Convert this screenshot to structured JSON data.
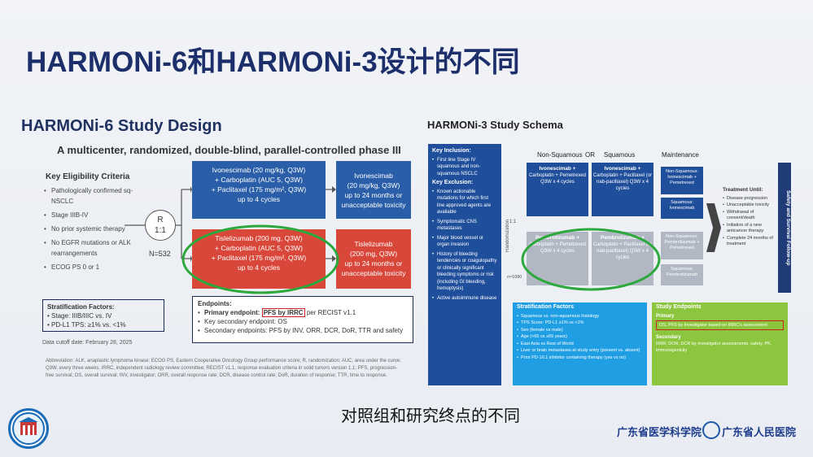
{
  "slide_title": "HARMONi-6和HARMONi-3设计的不同",
  "harmoni6": {
    "title": "HARMONi-6 Study Design",
    "subtitle": "A multicenter, randomized, double-blind, parallel-controlled phase III",
    "eligibility": {
      "heading": "Key Eligibility Criteria",
      "items": [
        "Pathologically confirmed sq-NSCLC",
        "Stage IIIB-IV",
        "No prior systemic therapy",
        "No EGFR mutations or ALK rearrangements",
        "ECOG PS 0 or 1"
      ]
    },
    "stratification": {
      "heading": "Stratification Factors:",
      "items": [
        "Stage: IIIB/IIIC vs. IV",
        "PD-L1 TPS: ≥1% vs. <1%"
      ]
    },
    "data_cutoff": "Data cutoff date: February 28, 2025",
    "randomization": {
      "line1": "R",
      "line2": "1:1"
    },
    "n_label": "N=532",
    "arm_ivo": {
      "lines": [
        "Ivonescimab (20 mg/kg, Q3W)",
        "+ Carboplatin (AUC 5, Q3W)",
        "+ Paclitaxel (175 mg/m², Q3W)",
        "up to 4 cycles"
      ],
      "cont_lines": [
        "Ivonescimab",
        "(20 mg/kg, Q3W)",
        "up to 24 months or",
        "unacceptable toxicity"
      ]
    },
    "arm_tis": {
      "lines": [
        "Tislelizumab (200 mg, Q3W)",
        "+ Carboplatin (AUC 5, Q3W)",
        "+ Paclitaxel (175 mg/m², Q3W)",
        "up to 4 cycles"
      ],
      "cont_lines": [
        "Tislelizumab",
        "(200 mg, Q3W)",
        "up to 24 months or",
        "unacceptable toxicity"
      ]
    },
    "endpoints": {
      "heading": "Endpoints:",
      "primary_label": "Primary endpoint:",
      "primary_highlight": "PFS by IRRC",
      "primary_rest": "per RECIST v1.1",
      "key_secondary": "Key secondary endpoint: OS",
      "secondary": "Secondary endpoints: PFS by INV, ORR, DCR, DoR, TTR and safety"
    },
    "abbreviations": "Abbreviation: ALK, anaplastic lymphoma kinase; ECOG PS, Eastern Cooperative Oncology Group performance score; R, randomization; AUC, area under the curve; Q3W, every three weeks; IRRC, independent radiology review committee; RECIST v1.1, response evaluation criteria in solid tumors version 1.1; PFS, progression-free survival; OS, overall survival; INV, investigator; ORR, overall response rate; DCR, disease control rate; DoR, duration of response; TTR, time to response."
  },
  "harmoni3": {
    "title": "HARMONi-3 Study Schema",
    "inclusion_heading": "Key Inclusion:",
    "inclusion_items": [
      "First line Stage IV squamous and non-squamous NSCLC"
    ],
    "exclusion_heading": "Key Exclusion:",
    "exclusion_items": [
      "Known actionable mutations for which first line approved agents are available",
      "Symptomatic CNS metastases",
      "Major blood vessel or organ invasion",
      "History of bleeding tendencies or coagulopathy or clinically significant bleeding symptoms or risk (including GI bleeding, hemoptysis)",
      "Active autoimmune disease"
    ],
    "randomization_label": "Randomization",
    "ratio": "1:1",
    "n_label": "n≈1080",
    "col_nonsq": "Non-Squamous",
    "col_or": "OR",
    "col_sq": "Squamous",
    "col_maint": "Maintenance",
    "ivo_nsq": {
      "title": "Ivonescimab +",
      "body": "Carboplatin + Pemetrexed Q3W x 4 cycles"
    },
    "ivo_sq": {
      "title": "Ivonescimab +",
      "body": "Carboplatin + Paclitaxel (or nab-paclitaxel) Q3W x 4 cycles"
    },
    "pem_nsq": {
      "title": "Pembrolizumab +",
      "body": "Carboplatin + Pemetrexed Q3W x 4 cycles"
    },
    "pem_sq": {
      "title": "Pembrolizumab +",
      "body": "Carboplatin + Paclitaxel (or nab-paclitaxel) Q3W x 4 cycles"
    },
    "maint": [
      "Non-Squamous: Ivonescimab + Pemetrexed",
      "Squamous: Ivonescimab",
      "Non-Squamous: Pembrolizumab + Pemetrexed",
      "Squamous: Pembrolizumab"
    ],
    "treatment_until_heading": "Treatment Until:",
    "treatment_until_items": [
      "Disease progression",
      "Unacceptable toxicity",
      "Withdrawal of consent/death",
      "Initiation of a new anticancer therapy",
      "Complete 24 months of treatment"
    ],
    "survival_label": "Safety and Survival Follow-up",
    "strat_heading": "Stratification Factors",
    "strat_items": [
      "Squamous vs. non-squamous histology",
      "TPS Score: PD-L1 ≥1% vs <1%",
      "Sex (female vs male)",
      "Age (<65 vs ≥65 years)",
      "East Asia vs Rest of World",
      "Liver or brain metastases at study entry (present vs. absent)",
      "Prior PD-1/L1 inhibitor containing therapy (yes vs no)"
    ],
    "endpoints_heading": "Study Endpoints",
    "primary_label": "Primary",
    "primary_text": "OS, PFS by Investigator based on IRRC's assessment",
    "secondary_label": "Secondary",
    "secondary_text": "ORR, DOR, DCR by investigator assessments, safety, PK, immunogenicity"
  },
  "caption": "对照组和研究终点的不同",
  "logo_right_text1": "广东省医学科学院",
  "logo_right_text2": "广东省人民医院",
  "colors": {
    "title": "#1c2f6b",
    "ivo_blue": "#2a5ea8",
    "tis_red": "#d9473a",
    "green_highlight": "#2ca83c",
    "red_highlight": "#cc1f1f",
    "h3_blue": "#1f4e9b",
    "h3_light_blue": "#1f9ee3",
    "h3_green": "#8cc63f"
  }
}
